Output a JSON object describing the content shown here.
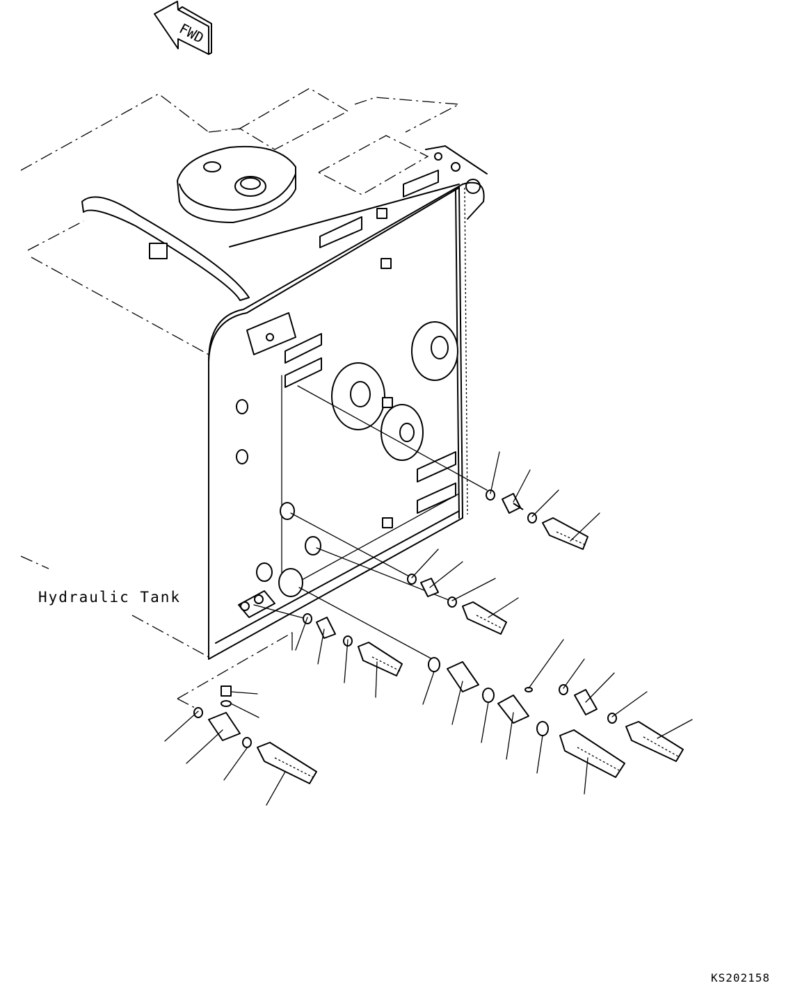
{
  "diagram": {
    "direction_arrow": {
      "text": "FWD",
      "icon": "forward-arrow-icon"
    },
    "component_label": "Hydraulic Tank",
    "drawing_code": "KS202158",
    "line_color": "#000000",
    "background_color": "#ffffff"
  }
}
